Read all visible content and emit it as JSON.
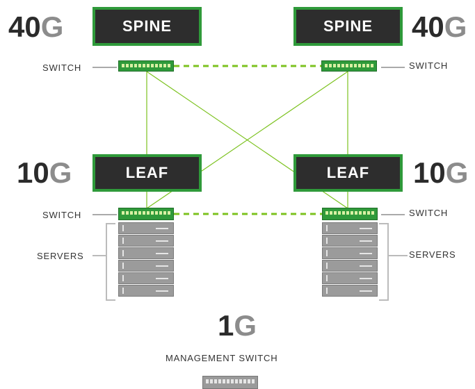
{
  "spine": {
    "left_speed_num": "40",
    "left_speed_unit": "G",
    "right_speed_num": "40",
    "right_speed_unit": "G",
    "left_label": "SPINE",
    "right_label": "SPINE",
    "left_switch_label": "SWITCH",
    "right_switch_label": "SWITCH"
  },
  "leaf": {
    "left_speed_num": "10",
    "left_speed_unit": "G",
    "right_speed_num": "10",
    "right_speed_unit": "G",
    "left_label": "LEAF",
    "right_label": "LEAF",
    "left_switch_label": "SWITCH",
    "right_switch_label": "SWITCH",
    "left_servers_label": "SERVERS",
    "right_servers_label": "SERVERS"
  },
  "management": {
    "speed_num": "1",
    "speed_unit": "G",
    "label": "MANAGEMENT SWITCH"
  },
  "colors": {
    "accent_green": "#2f9a3a",
    "link_green": "#7cc21f",
    "box_dark": "#2d2d2d",
    "gray": "#8c8c8c"
  }
}
